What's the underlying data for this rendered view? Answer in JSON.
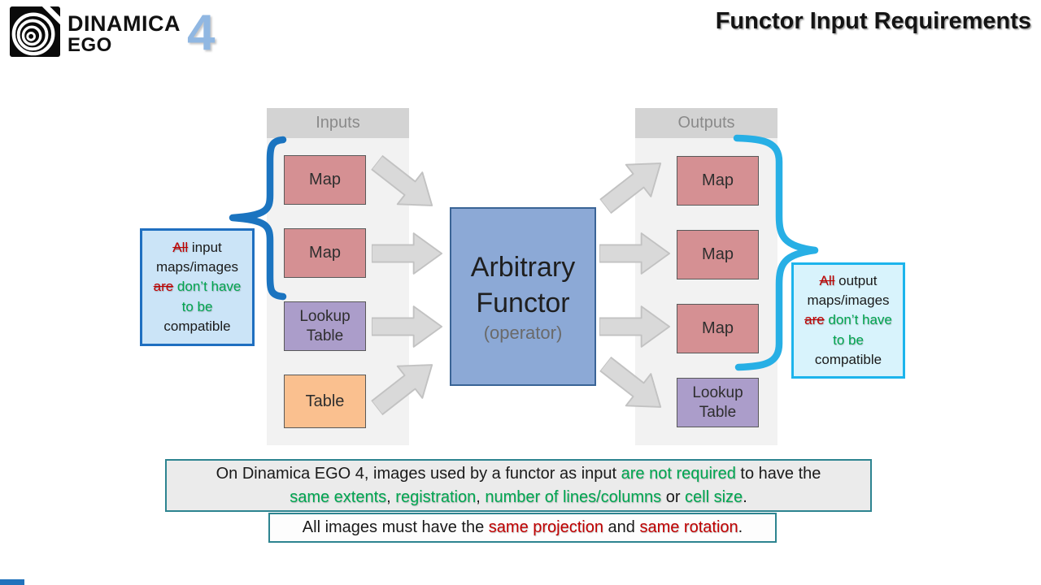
{
  "logo": {
    "name_top": "DINAMICA",
    "name_bottom": "EGO",
    "version": "4"
  },
  "title": "Functor Input Requirements",
  "diagram": {
    "inputs": {
      "header": "Inputs",
      "boxes": [
        {
          "label": "Map",
          "type": "map"
        },
        {
          "label": "Map",
          "type": "map"
        },
        {
          "label": "Lookup Table",
          "type": "lookup"
        },
        {
          "label": "Table",
          "type": "table"
        }
      ]
    },
    "functor": {
      "line1": "Arbitrary",
      "line2": "Functor",
      "line3": "(operator)"
    },
    "outputs": {
      "header": "Outputs",
      "boxes": [
        {
          "label": "Map",
          "type": "map"
        },
        {
          "label": "Map",
          "type": "map"
        },
        {
          "label": "Map",
          "type": "map"
        },
        {
          "label": "Lookup Table",
          "type": "lookup"
        }
      ]
    }
  },
  "callout_left": {
    "segments": [
      {
        "text": "All",
        "style": "red strike"
      },
      {
        "text": " input maps/images ",
        "style": ""
      },
      {
        "text": "are",
        "style": "red strike"
      },
      {
        "text": " ",
        "style": ""
      },
      {
        "text": "don’t have to be",
        "style": "green"
      },
      {
        "text": " compatible",
        "style": ""
      }
    ]
  },
  "callout_right": {
    "segments": [
      {
        "text": "All",
        "style": "red strike"
      },
      {
        "text": " output maps/images ",
        "style": ""
      },
      {
        "text": "are",
        "style": "red strike"
      },
      {
        "text": " ",
        "style": ""
      },
      {
        "text": "don’t have to be",
        "style": "green"
      },
      {
        "text": " compatible",
        "style": ""
      }
    ]
  },
  "note1": {
    "segments": [
      {
        "text": "On Dinamica EGO 4, images used by a functor as input ",
        "style": ""
      },
      {
        "text": "are not required",
        "style": "green"
      },
      {
        "text": " to have the",
        "style": ""
      },
      {
        "text": "\n",
        "style": ""
      },
      {
        "text": "same extents",
        "style": "green"
      },
      {
        "text": ", ",
        "style": ""
      },
      {
        "text": "registration",
        "style": "green"
      },
      {
        "text": ", ",
        "style": ""
      },
      {
        "text": "number of lines/columns",
        "style": "green"
      },
      {
        "text": " or ",
        "style": ""
      },
      {
        "text": "cell size",
        "style": "green"
      },
      {
        "text": ".",
        "style": ""
      }
    ]
  },
  "note2": {
    "segments": [
      {
        "text": "All images must have the ",
        "style": ""
      },
      {
        "text": "same projection",
        "style": "red"
      },
      {
        "text": " and ",
        "style": ""
      },
      {
        "text": "same rotation",
        "style": "red"
      },
      {
        "text": ".",
        "style": ""
      }
    ]
  },
  "colors": {
    "brace_left_blue": "#1b74c0",
    "brace_right_cyan": "#27afe5",
    "callout_left_bg": "#cbe4f7",
    "callout_right_bg": "#d8f3fc",
    "map_fill": "#d59093",
    "lookup_fill": "#ab9dca",
    "table_fill": "#fac08f",
    "functor_fill": "#8ca9d6",
    "arrow_fill": "#d9d9d9",
    "emphasis_green": "#00a651",
    "emphasis_red": "#c00000",
    "note_border_teal": "#2d8490",
    "logo_version_blue": "#90b7e2"
  }
}
